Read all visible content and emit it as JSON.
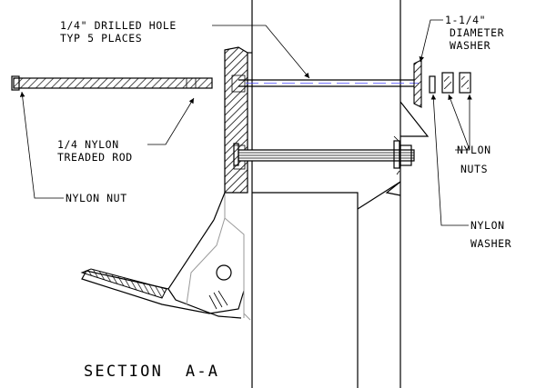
{
  "callouts": {
    "drilled_hole": [
      "1/4\" DRILLED HOLE",
      "TYP 5 PLACES"
    ],
    "diameter_washer": [
      "1-1/4\"",
      "DIAMETER",
      "WASHER"
    ],
    "threaded_rod": [
      "1/4 NYLON",
      "TREADED ROD"
    ],
    "nylon_nut": [
      "NYLON NUT"
    ],
    "nylon_nuts": [
      "NYLON",
      "NUTS"
    ],
    "nylon_washer": [
      "NYLON",
      "WASHER"
    ]
  },
  "section_title": "SECTION  A-A"
}
